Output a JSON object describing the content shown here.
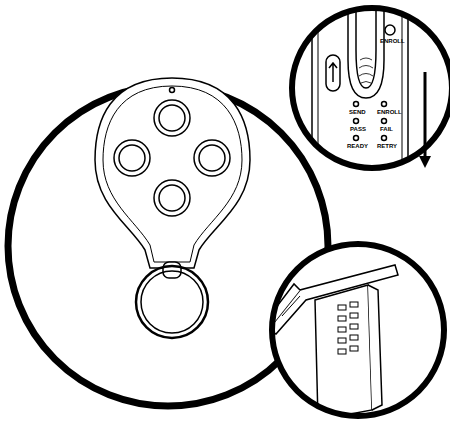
{
  "diagram": {
    "labels": [
      "ENROLL",
      "SEND",
      "ENROLL",
      "PASS",
      "FAIL",
      "READY",
      "RETRY"
    ]
  }
}
